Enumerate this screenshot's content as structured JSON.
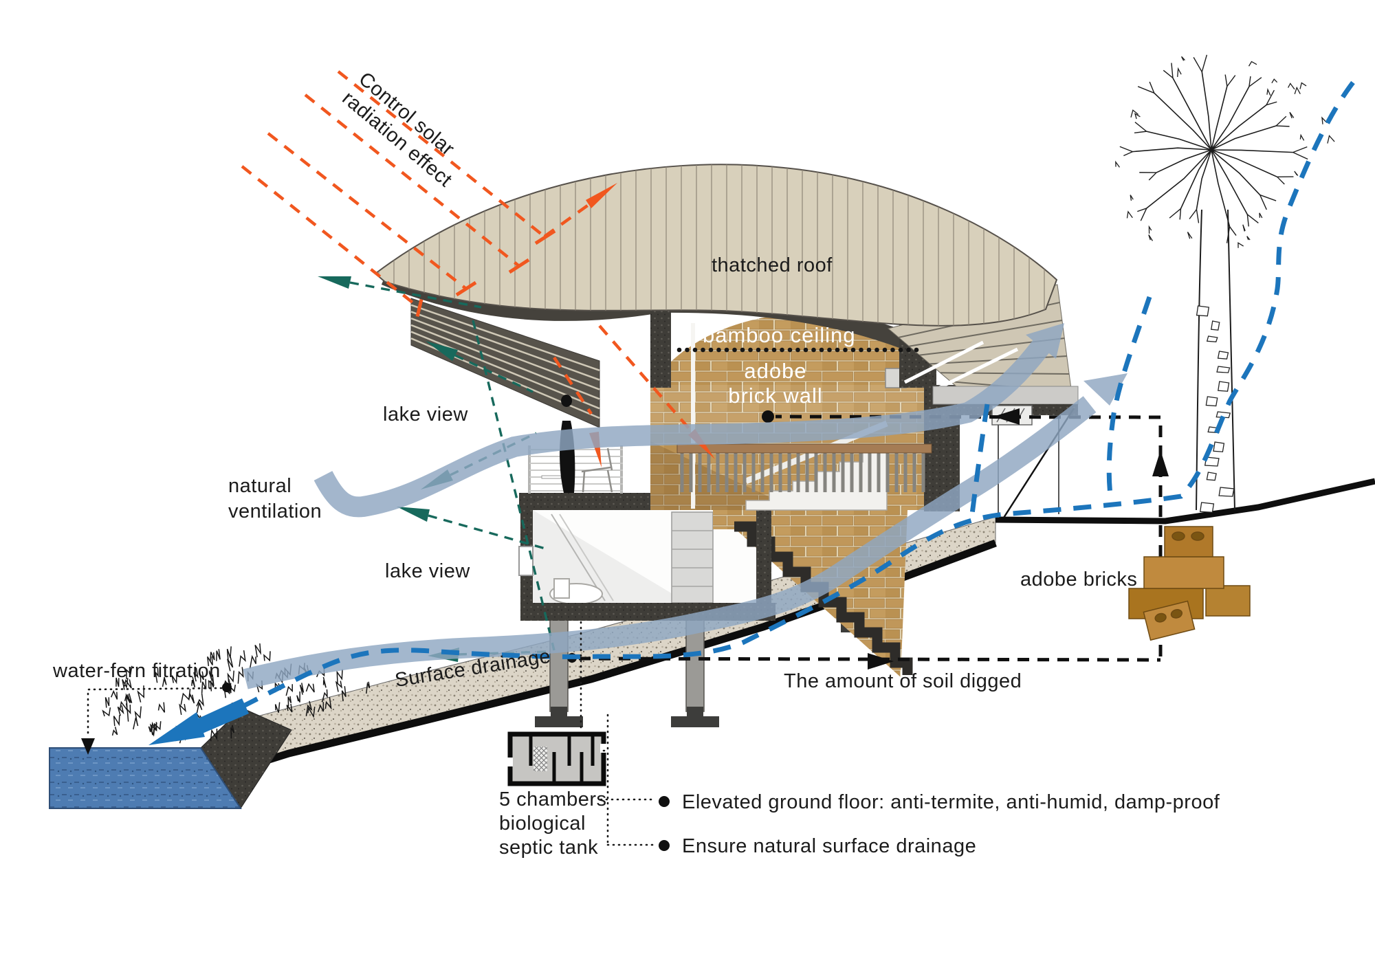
{
  "labels": {
    "control_1": "Control solar",
    "control_2": "radiation effect",
    "thatched_roof": "thatched roof",
    "bamboo_ceiling": "bamboo ceiling",
    "adobe_1": "adobe",
    "adobe_2": "brick wall",
    "lake_view_upper": "lake view",
    "lake_view_lower": "lake view",
    "natural_1": "natural",
    "natural_2": "ventilation",
    "water_fern": "water-fern fitration",
    "surface_drainage": "Surface drainage",
    "soil_digged": "The amount of soil digged",
    "adobe_bricks": "adobe bricks",
    "septic_1": "5 chambers",
    "septic_2": "biological",
    "septic_3": "septic tank",
    "note_elevated": "Elevated ground floor: anti-termite, anti-humid, damp-proof",
    "note_ensure": "Ensure natural surface drainage"
  },
  "colors": {
    "orange": "#F1571F",
    "teal": "#17695C",
    "blue": "#1C75BC",
    "band": "#8FA7C2",
    "roof": "#D8D0BB",
    "brick": "#C0975A",
    "dark_structure": "#3F3D38",
    "soil": "#DCD5C7",
    "water": "#4E7CB2",
    "wood_rail": "#A57C54"
  }
}
